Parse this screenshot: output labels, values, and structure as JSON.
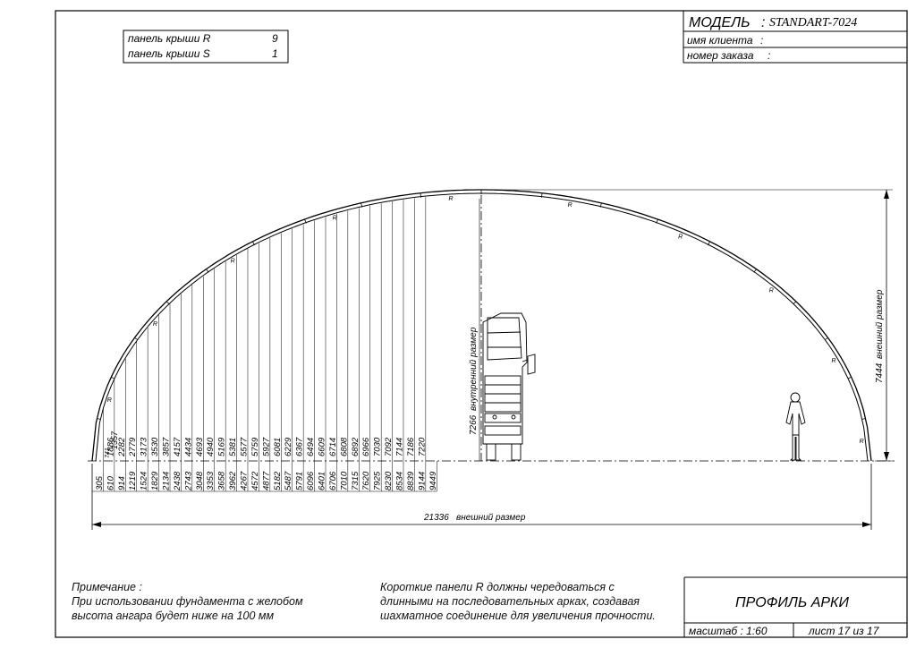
{
  "title_block": {
    "model_label": "МОДЕЛЬ",
    "model_value": "STANDART-7024",
    "client_label": "имя клиента",
    "order_label": "номер заказа",
    "drawing_title": "ПРОФИЛЬ АРКИ",
    "scale": "масштаб : 1:60",
    "sheet": "лист 17 из 17"
  },
  "panel_table": [
    {
      "label": "панель крыши R",
      "qty": "9"
    },
    {
      "label": "панель крыши S",
      "qty": "1"
    }
  ],
  "notes": {
    "heading": "Примечание :",
    "left": [
      "При использовании фундамента с желобом",
      "высота ангара будет ниже на 100 мм"
    ],
    "right": [
      "Короткие панели R должны чередоваться с",
      "длинными на последовательных арках, создавая",
      "шахматное соединение для увеличения прочности."
    ]
  },
  "dimensions": {
    "overall_width": "21336",
    "overall_width_label": "внешний размер",
    "outer_height": "7444",
    "outer_height_label": "внешний размер",
    "inner_height": "7266",
    "inner_height_label": "внутренний размер",
    "small_offset": "741",
    "first_height": "1357",
    "panel_mark": "R",
    "stations": [
      {
        "x": "305",
        "h": "1357"
      },
      {
        "x": "610",
        "h": "1886"
      },
      {
        "x": "914",
        "h": "2282"
      },
      {
        "x": "1219",
        "h": "2779"
      },
      {
        "x": "1524",
        "h": "3173"
      },
      {
        "x": "1829",
        "h": "3530"
      },
      {
        "x": "2134",
        "h": "3857"
      },
      {
        "x": "2438",
        "h": "4157"
      },
      {
        "x": "2743",
        "h": "4434"
      },
      {
        "x": "3048",
        "h": "4693"
      },
      {
        "x": "3353",
        "h": "4940"
      },
      {
        "x": "3658",
        "h": "5169"
      },
      {
        "x": "3962",
        "h": "5381"
      },
      {
        "x": "4267",
        "h": "5577"
      },
      {
        "x": "4572",
        "h": "5759"
      },
      {
        "x": "4877",
        "h": "5927"
      },
      {
        "x": "5182",
        "h": "6081"
      },
      {
        "x": "5487",
        "h": "6229"
      },
      {
        "x": "5791",
        "h": "6367"
      },
      {
        "x": "6096",
        "h": "6494"
      },
      {
        "x": "6401",
        "h": "6609"
      },
      {
        "x": "6706",
        "h": "6714"
      },
      {
        "x": "7010",
        "h": "6808"
      },
      {
        "x": "7315",
        "h": "6892"
      },
      {
        "x": "7620",
        "h": "6966"
      },
      {
        "x": "7925",
        "h": "7030"
      },
      {
        "x": "8230",
        "h": "7092"
      },
      {
        "x": "8534",
        "h": "7144"
      },
      {
        "x": "8839",
        "h": "7186"
      },
      {
        "x": "9144",
        "h": "7220"
      },
      {
        "x": "9449",
        "h": ""
      }
    ]
  }
}
